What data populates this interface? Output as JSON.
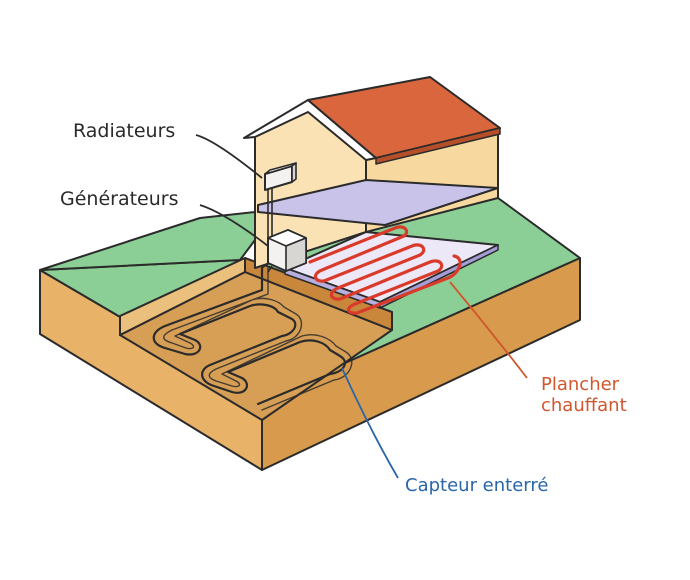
{
  "labels": {
    "radiators": "Radiateurs",
    "generators": "Générateurs",
    "floor_heating_line1": "Plancher",
    "floor_heating_line2": "chauffant",
    "ground_collector": "Capteur enterré"
  },
  "colors": {
    "grass": "#8ccf96",
    "soil": "#e8b369",
    "soil_dark": "#c9873b",
    "trench": "#d79e55",
    "house_wall": "#fbe2b5",
    "floor_slab": "#c9c3ea",
    "roof": "#d9663d",
    "floor_pipe": "#d93a2a",
    "floor_label": "#d2562c",
    "collector_label": "#2a66a8",
    "outline": "#2b2b2b"
  }
}
